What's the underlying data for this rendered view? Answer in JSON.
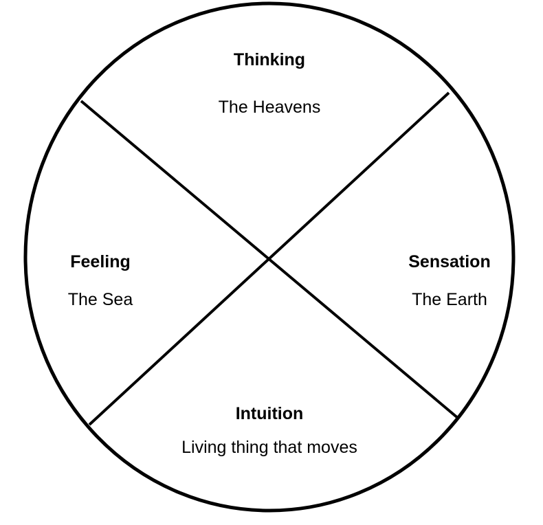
{
  "quadrants": {
    "top": {
      "title": "Thinking",
      "subtitle": "The Heavens"
    },
    "left": {
      "title": "Feeling",
      "subtitle": "The Sea"
    },
    "right": {
      "title": "Sensation",
      "subtitle": "The Earth"
    },
    "bottom": {
      "title": "Intuition",
      "subtitle": "Living thing that moves"
    }
  },
  "colors": {
    "stroke": "#000000",
    "background": "#ffffff"
  }
}
